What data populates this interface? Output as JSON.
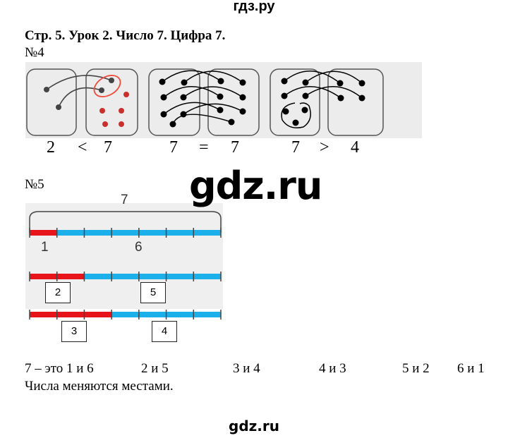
{
  "header": {
    "site": "гдз.ру"
  },
  "title": "Стр. 5. Урок 2. Число 7. Цифра 7.",
  "task4": {
    "label": "№4",
    "comparisons": [
      {
        "left": "2",
        "sign": "<",
        "right": "7"
      },
      {
        "left": "7",
        "sign": "=",
        "right": "7"
      },
      {
        "left": "7",
        "sign": ">",
        "right": "4"
      }
    ]
  },
  "task5": {
    "label": "№5",
    "whole": "7",
    "bar1": {
      "red": "1",
      "blue": "6",
      "red_segments": 1
    },
    "bar2": {
      "red": "2",
      "blue": "5",
      "red_segments": 2
    },
    "bar3": {
      "red": "3",
      "blue": "4",
      "red_segments": 3
    },
    "colors": {
      "red": "#e8141c",
      "blue": "#1bb0ea"
    }
  },
  "answer": {
    "pairs": [
      "7 – это 1 и 6",
      "2 и 5",
      "3 и 4",
      "4 и 3",
      "5 и 2",
      "6 и 1"
    ],
    "note": "Числа меняются местами."
  },
  "watermark": "gdz.ru",
  "footer": {
    "site": "gdz.ru"
  }
}
